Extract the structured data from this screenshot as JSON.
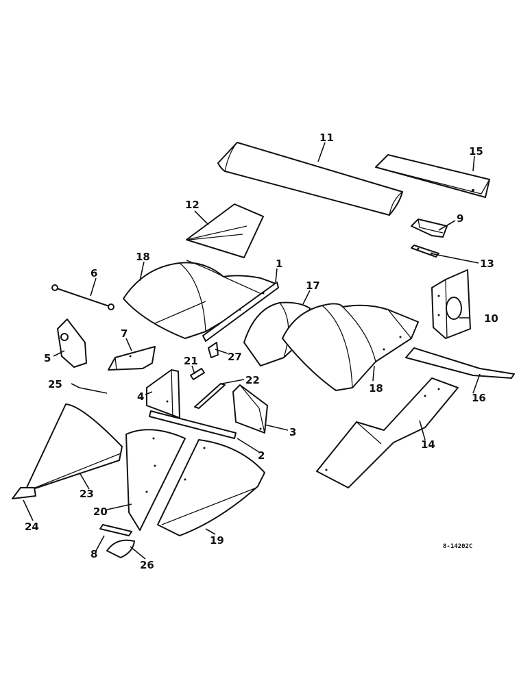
{
  "callouts": {
    "c1": "1",
    "c2": "2",
    "c3": "3",
    "c4": "4",
    "c5": "5",
    "c6": "6",
    "c7": "7",
    "c8": "8",
    "c9": "9",
    "c10": "10",
    "c11": "11",
    "c12": "12",
    "c13": "13",
    "c14": "14",
    "c15": "15",
    "c16": "16",
    "c17": "17",
    "c18a": "18",
    "c18b": "18",
    "c19": "19",
    "c20": "20",
    "c21": "21",
    "c22": "22",
    "c23": "23",
    "c24": "24",
    "c25": "25",
    "c26": "26",
    "c27": "27"
  },
  "drawing_code": "8-14202C"
}
